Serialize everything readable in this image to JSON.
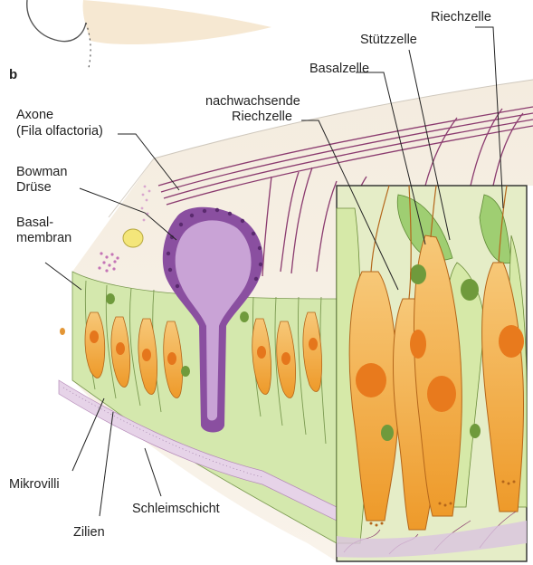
{
  "figure_letter": "b",
  "labels": {
    "riechzelle": "Riechzelle",
    "stuetzzelle": "Stützzelle",
    "basalzelle": "Basalzelle",
    "nachwachsende_1": "nachwachsende",
    "nachwachsende_2": "Riechzelle",
    "axone_1": "Axone",
    "axone_2": "(Fila olfactoria)",
    "bowman_1": "Bowman",
    "bowman_2": "Drüse",
    "basalmembran_1": "Basal-",
    "basalmembran_2": "membran",
    "mikrovilli": "Mikrovilli",
    "schleimschicht": "Schleimschicht",
    "zilien": "Zilien"
  },
  "colors": {
    "cell_green": "#cfe3a6",
    "support_green": "#9fce72",
    "neuron_orange": "#f3a53a",
    "nucleus_orange": "#e87a1d",
    "gland_purple": "#8a4fa0",
    "gland_lumen": "#c9a3d6",
    "axon_purple": "#8b3b6f",
    "mucus": "#d9c3e0"
  }
}
